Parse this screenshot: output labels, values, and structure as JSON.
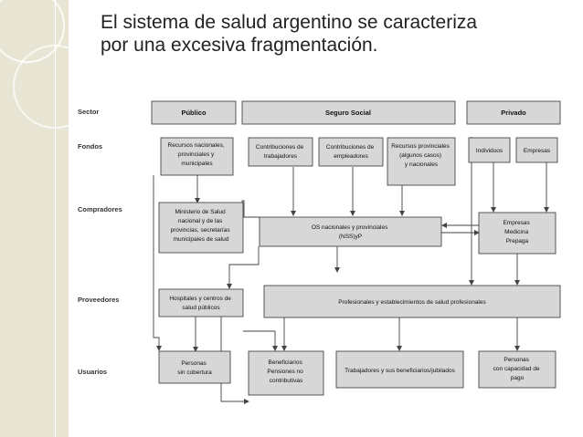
{
  "title": {
    "line1": "El sistema de salud argentino se caracteriza",
    "line2": "por una excesiva fragmentación."
  },
  "rows": {
    "sector": "Sector",
    "fondos": "Fondos",
    "compradores": "Compradores",
    "proveedores": "Proveedores",
    "usuarios": "Usuarios"
  },
  "sectors": {
    "publico": "Público",
    "seguro_social": "Seguro Social",
    "privado": "Privado"
  },
  "fondos": {
    "recursos_nacionales": [
      "Recursos nacionales,",
      "provinciales y",
      "municipales"
    ],
    "contribuciones_trabajadores": [
      "Contribuciones de",
      "trabajadores"
    ],
    "contribuciones_empleadores": [
      "Contribuciones de",
      "empleadores"
    ],
    "recursos_provinciales": [
      "Recursos provinciales",
      "(algunos casos)",
      "y nacionales"
    ],
    "individuos": [
      "Individuos"
    ],
    "empresas": [
      "Empresas"
    ]
  },
  "compradores": {
    "ministerio": [
      "Ministerio de Salud",
      "nacional y de las",
      "provincias, secretarías",
      "municipales de salud"
    ],
    "os": [
      "OS nacionales y provinciales",
      "(NSS)yP"
    ],
    "prepaga": [
      "Empresas",
      "Medicina",
      "Prepaga"
    ]
  },
  "proveedores": {
    "hospitales": [
      "Hospitales y centros de",
      "salud públicos"
    ],
    "profesionales": [
      "Profesionales y establecimientos de salud profesionales"
    ]
  },
  "usuarios": {
    "sin_cobertura": [
      "Personas",
      "sin cobertura"
    ],
    "beneficiarios": [
      "Beneficiarios",
      "Pensiones no",
      "contributivas"
    ],
    "trabajadores": [
      "Trabajadores y sus beneficiarios/jubilados"
    ],
    "capacidad_pago": [
      "Personas",
      "con capacidad de",
      "pago"
    ]
  }
}
